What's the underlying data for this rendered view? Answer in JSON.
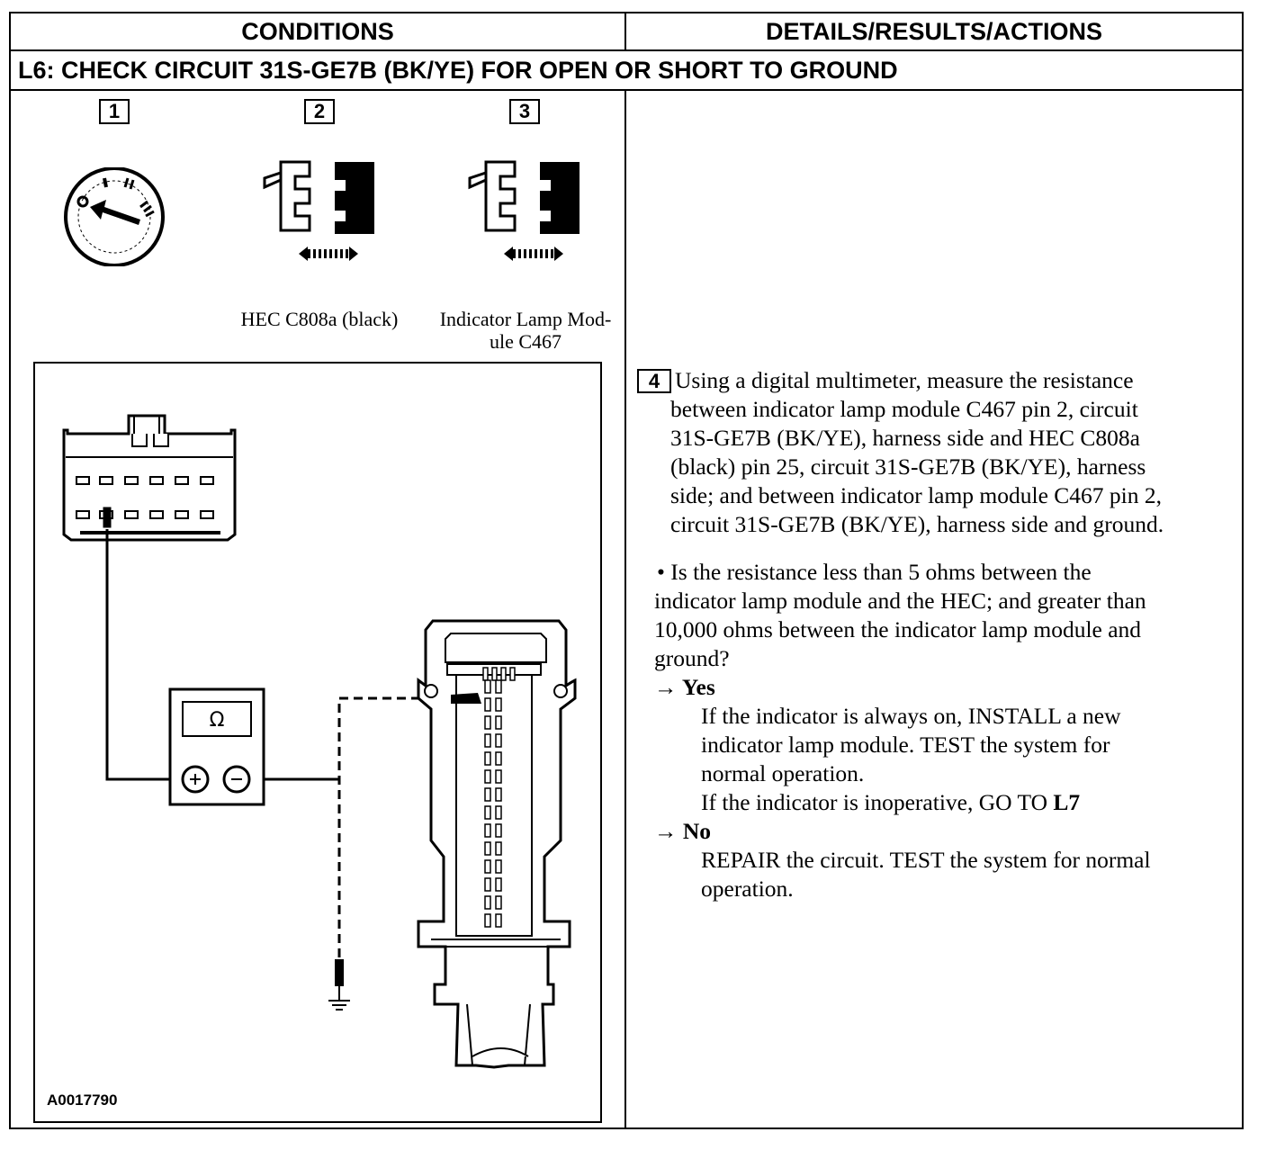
{
  "header": {
    "conditions": "CONDITIONS",
    "details": "DETAILS/RESULTS/ACTIONS"
  },
  "step": {
    "title": "L6: CHECK CIRCUIT 31S-GE7B (BK/YE) FOR OPEN OR SHORT TO GROUND"
  },
  "icons": [
    {
      "number": "1",
      "name": "ignition-switch-icon"
    },
    {
      "number": "2",
      "name": "connector-disconnect-icon",
      "caption": "HEC C808a (black)"
    },
    {
      "number": "3",
      "name": "connector-disconnect-icon",
      "caption_line1": "Indicator Lamp Mod-",
      "caption_line2": "ule C467"
    }
  ],
  "diagram": {
    "meter_symbol": "Ω",
    "figure_id": "A0017790"
  },
  "details": {
    "step_number": "4",
    "instruction_lines": [
      "Using a digital multimeter, measure the resistance",
      "between indicator lamp module C467 pin 2, circuit",
      "31S-GE7B (BK/YE), harness side and HEC C808a",
      "(black) pin 25, circuit 31S-GE7B (BK/YE), harness",
      "side; and between indicator lamp module C467 pin 2,",
      "circuit 31S-GE7B (BK/YE), harness side and ground."
    ],
    "question_lines": [
      "• Is the resistance less than 5 ohms between the",
      "indicator lamp module and the HEC; and greater than",
      "10,000 ohms between the indicator lamp module and",
      "ground?"
    ],
    "yes_label": "→ Yes",
    "yes_lines": [
      "If the indicator is always on, INSTALL a new",
      "indicator lamp module. TEST the system for",
      "normal operation."
    ],
    "yes_goto_text": "If the indicator is inoperative, GO TO ",
    "yes_goto_target": "L7",
    "no_label": "→ No",
    "no_lines": [
      "REPAIR the circuit. TEST the system for normal",
      "operation."
    ]
  }
}
